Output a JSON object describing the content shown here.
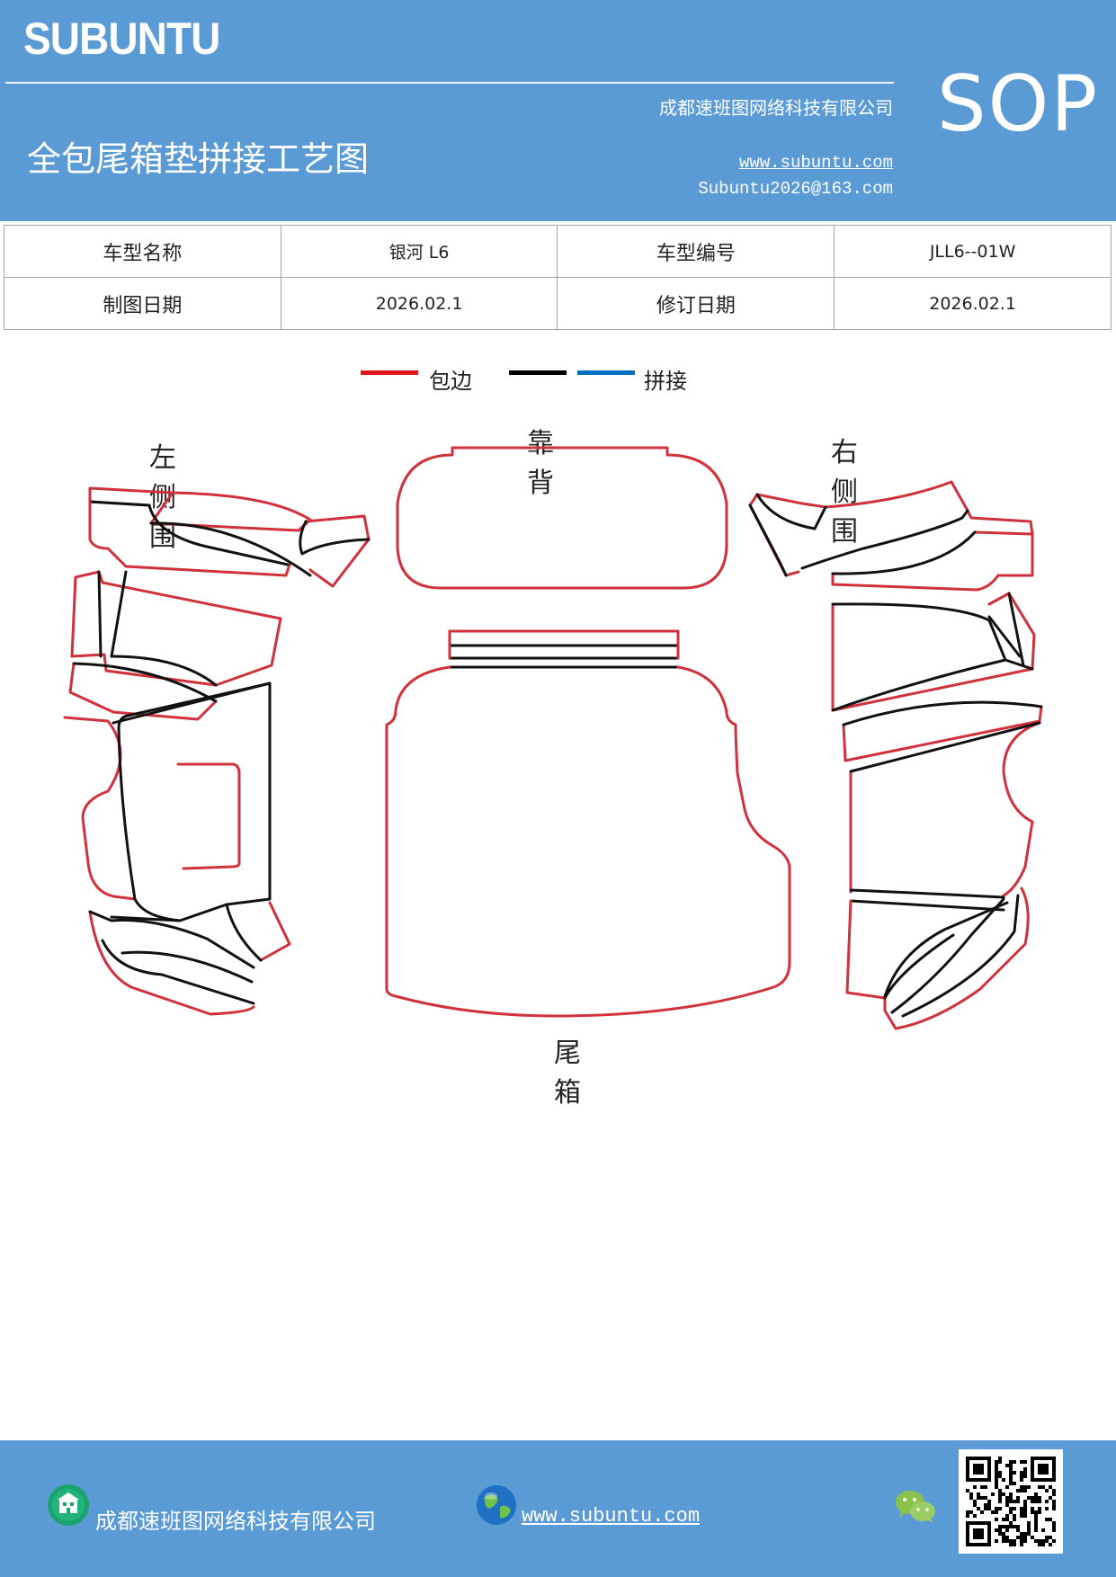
{
  "header": {
    "brand": "SUBUNTU",
    "company": "成都速班图网络科技有限公司",
    "title": "全包尾箱垫拼接工艺图",
    "website": "www.subuntu.com",
    "email": "Subuntu2026@163.com",
    "doc_type": "SOP"
  },
  "info_table": {
    "rows": [
      {
        "label1": "车型名称",
        "value1": "银河 L6",
        "label2": "车型编号",
        "value2": "JLL6--01W"
      },
      {
        "label1": "制图日期",
        "value1": "2026.02.1",
        "label2": "修订日期",
        "value2": "2026.02.1"
      }
    ]
  },
  "legend": {
    "items": [
      {
        "color": "#e3161b",
        "label": "包边"
      },
      {
        "color": "#000000",
        "label": ""
      },
      {
        "color": "#0070c0",
        "label": "拼接"
      }
    ]
  },
  "diagram": {
    "zones": {
      "left": "左侧围",
      "back": "靠背",
      "right": "右侧围",
      "trunk": "尾箱"
    },
    "colors": {
      "edge": "#d0313a",
      "seam": "#111111"
    }
  },
  "footer": {
    "company": "成都速班图网络科技有限公司",
    "website": "www.subuntu.com",
    "icons": [
      "building-icon",
      "globe-icon",
      "wechat-icon",
      "qr-code"
    ]
  }
}
